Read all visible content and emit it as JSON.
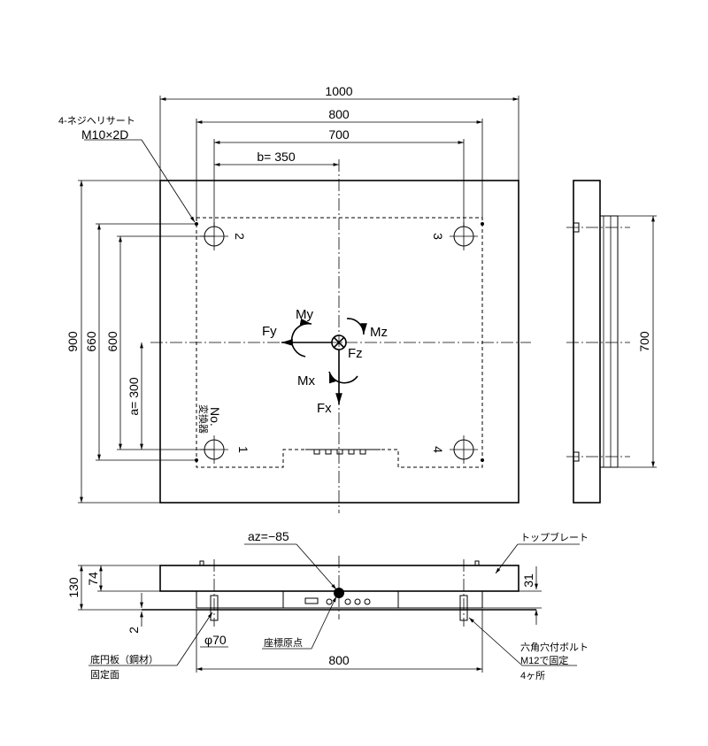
{
  "top_view": {
    "dim_1000": "1000",
    "dim_800": "800",
    "dim_700": "700",
    "dim_b": "b= 350",
    "dim_900": "900",
    "dim_660": "660",
    "dim_600": "600",
    "dim_a": "a= 300",
    "insert_line1": "4-ネジヘリサート",
    "insert_line2": "M10×2D",
    "hole_1": "1",
    "hole_2": "2",
    "hole_3": "3",
    "hole_4": "4",
    "sensor_label1": "変換器",
    "sensor_label2": "No.",
    "force_fx": "Fx",
    "force_fy": "Fy",
    "force_fz": "Fz",
    "moment_mx": "Mx",
    "moment_my": "My",
    "moment_mz": "Mz"
  },
  "side_view": {
    "dim_700": "700"
  },
  "front_view": {
    "dim_az": "az=−85",
    "dim_130": "130",
    "dim_74": "74",
    "dim_2": "2",
    "dim_31": "31",
    "dim_phi70": "φ70",
    "dim_800": "800",
    "top_plate": "トップブレート",
    "origin": "座標原点",
    "base_line1": "底円板（鋼材）",
    "base_line2": "固定面",
    "bolt_line1": "六角穴付ボルト",
    "bolt_line2": "M12で固定",
    "bolt_line3": "4ヶ所"
  }
}
